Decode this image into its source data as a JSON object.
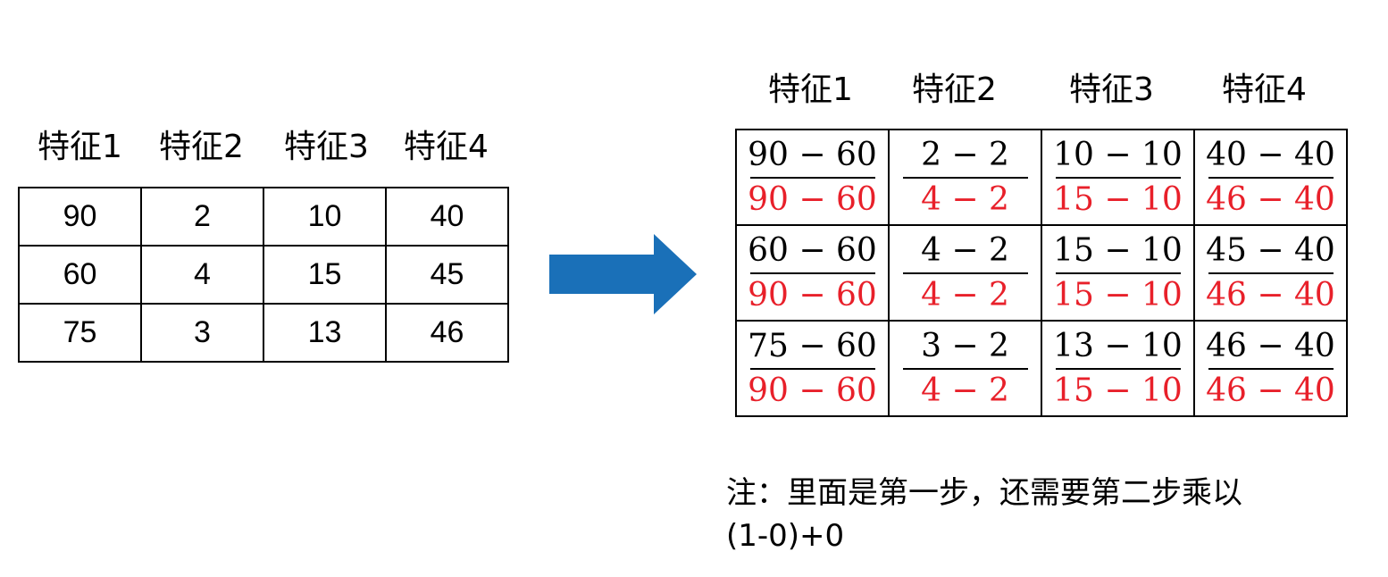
{
  "left_table": {
    "headers": [
      "特征1",
      "特征2",
      "特征3",
      "特征4"
    ],
    "rows": [
      [
        "90",
        "2",
        "10",
        "40"
      ],
      [
        "60",
        "4",
        "15",
        "45"
      ],
      [
        "75",
        "3",
        "13",
        "46"
      ]
    ]
  },
  "arrow": {
    "color": "#1a70b8"
  },
  "right_table": {
    "headers": [
      "特征1",
      "特征2",
      "特征3",
      "特征4"
    ],
    "rows": [
      [
        {
          "num": "90 − 60",
          "den": "90 − 60"
        },
        {
          "num": "2 − 2",
          "den": "4 − 2"
        },
        {
          "num": "10 − 10",
          "den": "15 − 10"
        },
        {
          "num": "40 − 40",
          "den": "46 − 40"
        }
      ],
      [
        {
          "num": "60 − 60",
          "den": "90 − 60"
        },
        {
          "num": "4 − 2",
          "den": "4 − 2"
        },
        {
          "num": "15 − 10",
          "den": "15 − 10"
        },
        {
          "num": "45 − 40",
          "den": "46 − 40"
        }
      ],
      [
        {
          "num": "75 − 60",
          "den": "90 − 60"
        },
        {
          "num": "3 − 2",
          "den": "4 − 2"
        },
        {
          "num": "13 − 10",
          "den": "15 − 10"
        },
        {
          "num": "46 − 40",
          "den": "46 − 40"
        }
      ]
    ],
    "denominator_color": "#e8202a"
  },
  "note": {
    "line1": "注：里面是第一步，还需要第二步乘以",
    "line2": "(1-0)+0"
  }
}
